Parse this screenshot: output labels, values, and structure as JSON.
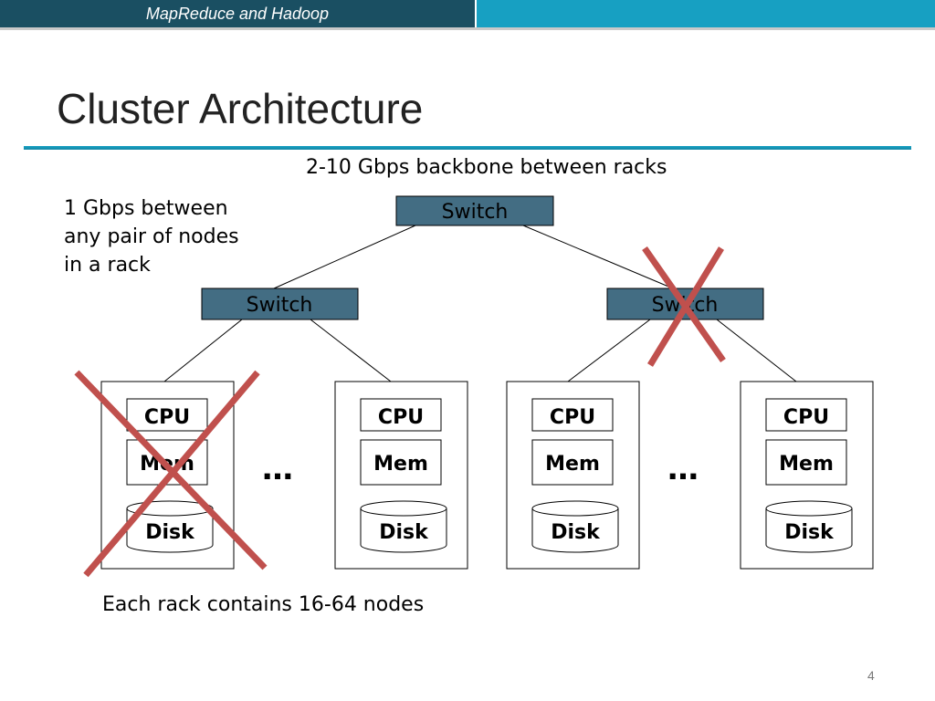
{
  "header": {
    "deck_title": "MapReduce and Hadoop"
  },
  "slide": {
    "title": "Cluster Architecture",
    "page_number": "4"
  },
  "annotations": {
    "backbone": "2-10 Gbps backbone between racks",
    "rack_link": [
      "1 Gbps between",
      "any pair of nodes",
      "in a rack"
    ],
    "rack_capacity": "Each rack contains 16-64 nodes"
  },
  "diagram": {
    "switch_label": "Switch",
    "node": {
      "cpu": "CPU",
      "mem": "Mem",
      "disk": "Disk"
    },
    "ellipsis": "…",
    "failed": [
      "right-rack-switch",
      "node-1"
    ]
  },
  "colors": {
    "switch_fill": "#436d83",
    "failure_mark": "#c0504d",
    "header_dark": "#1a4f62",
    "header_accent": "#17a0c2"
  }
}
